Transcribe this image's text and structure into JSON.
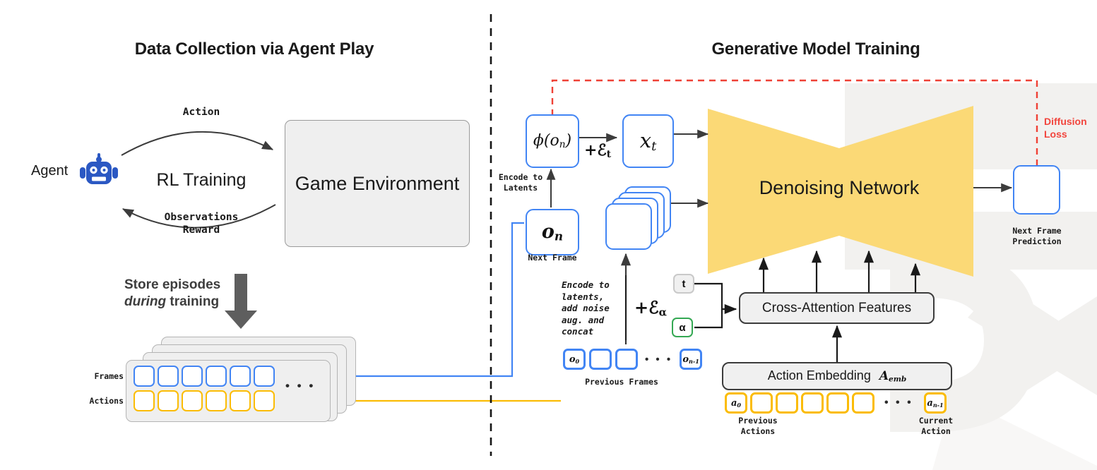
{
  "figure": {
    "left_panel_title": "Data Collection via Agent Play",
    "right_panel_title": "Generative Model Training"
  },
  "colors": {
    "blue": "#4285f4",
    "yellow": "#fbbc05",
    "green": "#34a853",
    "red": "#f2453d",
    "gold_network": "#fbd976",
    "gray_box": "#efefef",
    "arrow": "#3c3c3c",
    "agent_blue": "#2b58c3"
  },
  "left_panel": {
    "agent_label": "Agent",
    "agent_icon": "robot-icon",
    "rl_training_label": "RL Training",
    "action_arrow_label": "Action",
    "feedback_arrow_label": "Observations\nReward",
    "game_environment_label": "Game\nEnvironment",
    "store_episodes_line1": "Store episodes",
    "store_episodes_line2_italic": "during",
    "store_episodes_line2_rest": " training",
    "buffer": {
      "frames_label": "Frames",
      "actions_label": "Actions",
      "frame_count": 6,
      "action_count": 6,
      "ellipsis": "• • •",
      "stacked_cards": 4
    }
  },
  "right_panel": {
    "encode_to_latents_label": "Encode to\nLatents",
    "next_frame_box_value": "o",
    "next_frame_box_sub": "n",
    "next_frame_caption": "Next Frame",
    "phi_box_value": "ϕ(o",
    "phi_box_sub": "n",
    "phi_box_close": ")",
    "noise_t_label": "+ℰ",
    "noise_t_sub": "t",
    "xt_box_value": "x",
    "xt_box_sub": "t",
    "latent_stack_count": 4,
    "encode_concat_label": "Encode to\nlatents,\nadd noise\naug. and\nconcat",
    "noise_alpha_label": "+ℰ",
    "noise_alpha_sub": "α",
    "previous_frames": {
      "caption": "Previous Frames",
      "first_label": "o",
      "first_sub": "0",
      "blank_count": 2,
      "ellipsis": "• • •",
      "last_label": "o",
      "last_sub": "n-1"
    },
    "timestep_badge": "t",
    "alpha_badge": "α",
    "cross_attention_label": "Cross-Attention Features",
    "action_embedding_label": "Action Embedding",
    "action_embedding_symbol": "A",
    "action_embedding_symbol_sub": "emb",
    "previous_actions": {
      "caption": "Previous\nActions",
      "first_label": "a",
      "first_sub": "0",
      "blank_count": 5,
      "ellipsis": "• • •",
      "current_label": "a",
      "current_sub": "n-1",
      "current_caption": "Current\nAction"
    },
    "denoising_network_label": "Denoising Network",
    "next_frame_prediction_caption": "Next Frame\nPrediction",
    "diffusion_loss_label": "Diffusion\nLoss"
  }
}
